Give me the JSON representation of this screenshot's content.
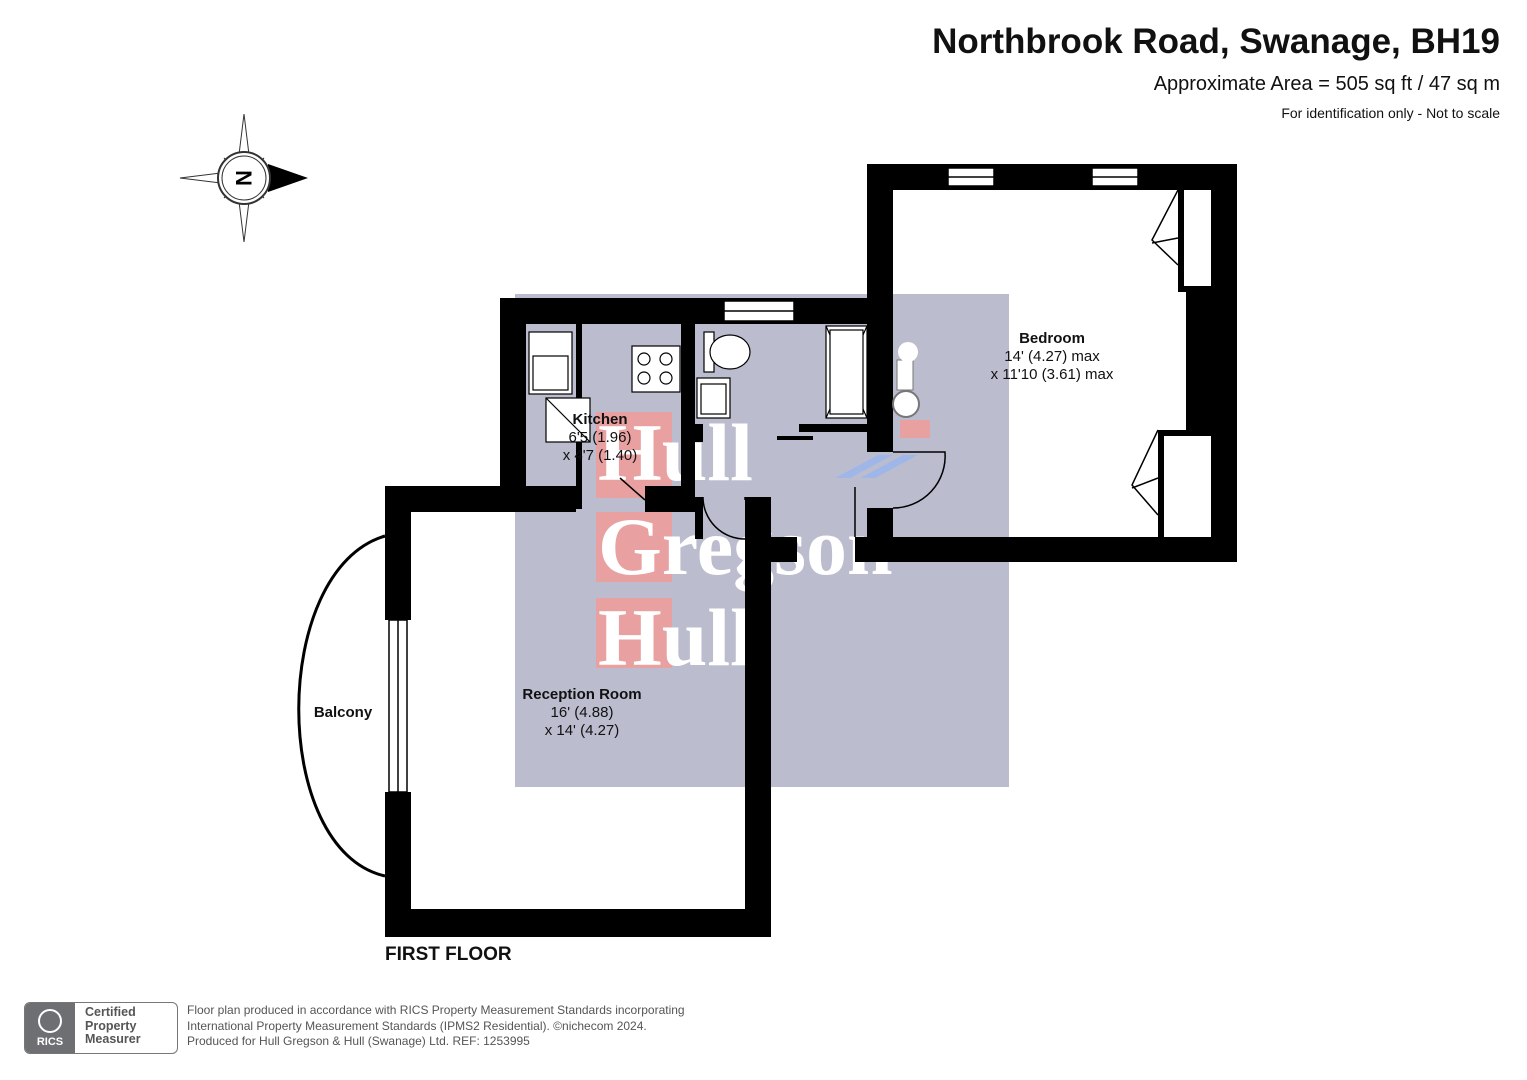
{
  "header": {
    "title": "Northbrook Road, Swanage, BH19",
    "area": "Approximate Area = 505 sq ft / 47 sq m",
    "identification": "For identification only - Not to scale"
  },
  "compass": {
    "letter": "N"
  },
  "rooms": {
    "bedroom": {
      "name": "Bedroom",
      "dim1": "14' (4.27) max",
      "dim2": "x 11'10 (3.61) max"
    },
    "kitchen": {
      "name": "Kitchen",
      "dim1": "6'5 (1.96)",
      "dim2": "x 4'7 (1.40)"
    },
    "reception": {
      "name": "Reception Room",
      "dim1": "16' (4.88)",
      "dim2": "x 14' (4.27)"
    },
    "balcony": {
      "name": "Balcony"
    }
  },
  "watermark": {
    "line1": "Hull",
    "line2": "Gregson",
    "line3": "Hull"
  },
  "floor_label": "FIRST FLOOR",
  "badge": {
    "logo": "RICS",
    "line1": "Certified",
    "line2": "Property",
    "line3": "Measurer"
  },
  "footer": {
    "line1": "Floor plan produced in accordance with RICS Property Measurement Standards incorporating",
    "line2": "International Property Measurement Standards (IPMS2 Residential).  ©nichecom 2024.",
    "line3": "Produced for Hull Gregson & Hull (Swanage) Ltd.   REF:  1253995"
  },
  "colors": {
    "wall": "#000000",
    "watermark_bg": "#bcbccf",
    "watermark_tile": "#e8a0a0",
    "watermark_text": "#ffffff"
  }
}
